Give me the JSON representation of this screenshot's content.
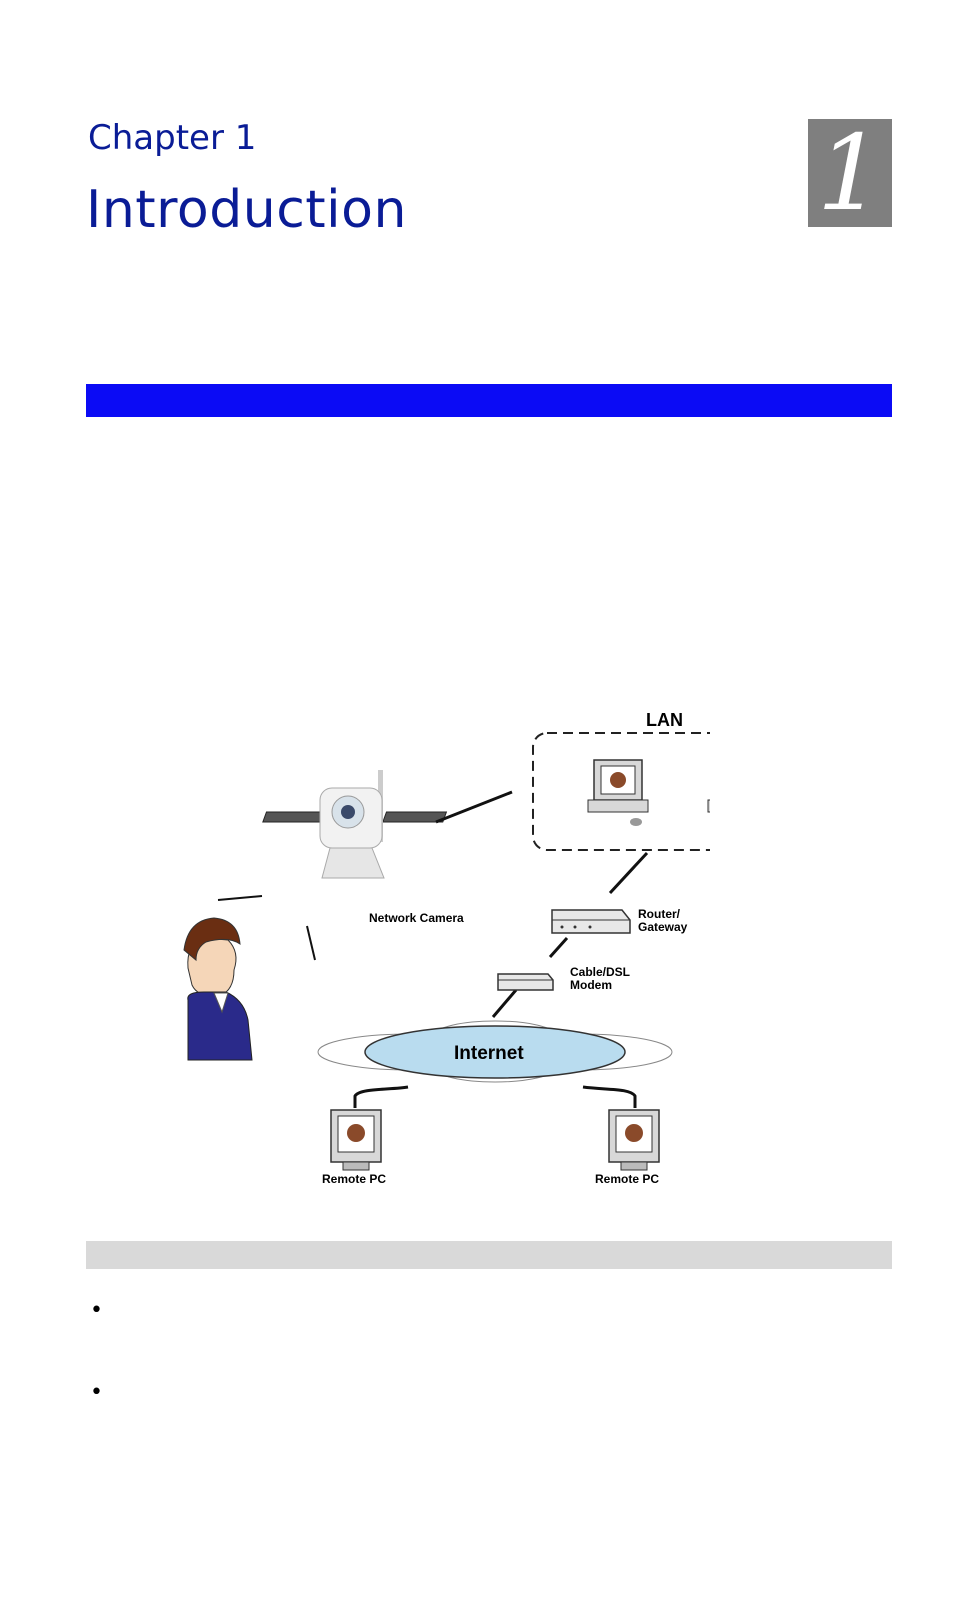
{
  "header": {
    "chapter_label": "Chapter 1",
    "title": "Introduction",
    "chapter_number": "1"
  },
  "diagram": {
    "lan_label": "LAN",
    "camera_label": "Network Camera",
    "router_label_line1": "Router/",
    "router_label_line2": "Gateway",
    "modem_label_line1": "Cable/DSL",
    "modem_label_line2": "Modem",
    "internet_label": "Internet",
    "remote_pc_left": "Remote PC",
    "remote_pc_right": "Remote PC",
    "colors": {
      "internet_fill": "#b9dcef",
      "device_fill": "#e8e8e8"
    }
  },
  "bullets": [
    "•",
    "•"
  ],
  "colors": {
    "title": "#0a1c96",
    "section_bar": "#0b0bf5",
    "subsection_bar": "#d9d9d9",
    "badge": "#7f7f7f"
  }
}
